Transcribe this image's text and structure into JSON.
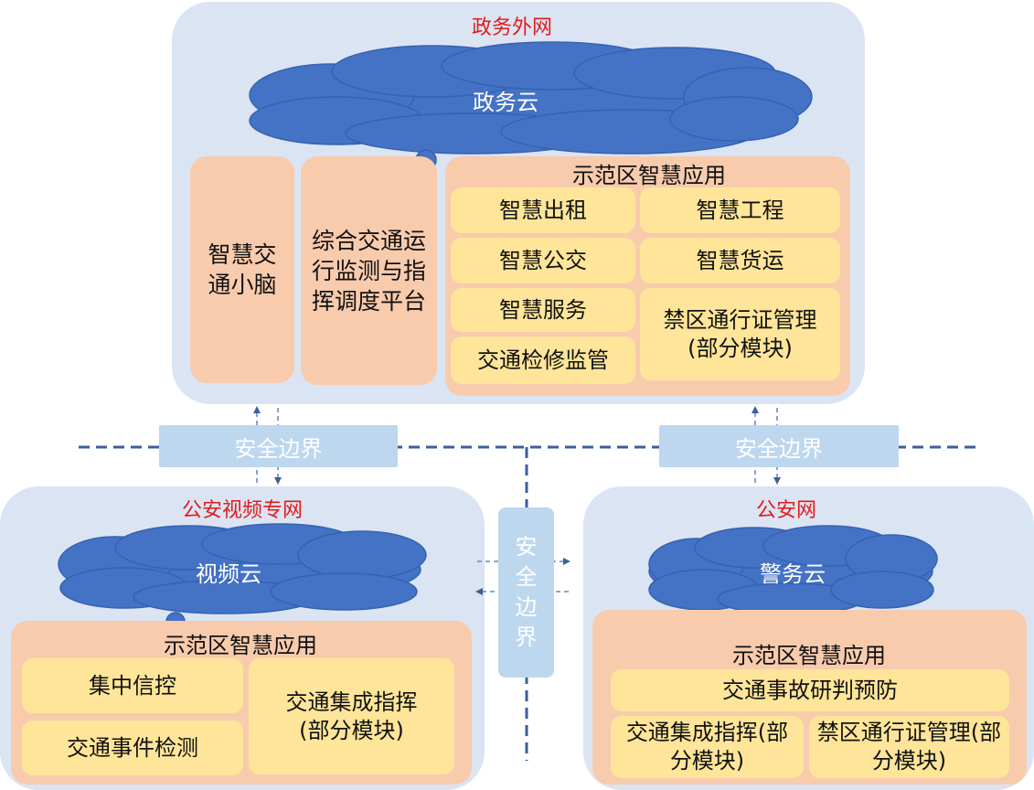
{
  "colors": {
    "zone_bg": "#dbe4f3",
    "cloud": "#4472c4",
    "panel": "#f8cbad",
    "cell": "#ffe599",
    "boundary": "#bdd7ee",
    "zone_title": "#e21b1b",
    "dash_line": "#3a5f9e"
  },
  "top_zone": {
    "title": "政务外网",
    "cloud_label": "政务云",
    "brain_panel": "智慧交通小脑",
    "platform_panel": "综合交通运行监测与指挥调度平台",
    "apps": {
      "title": "示范区智慧应用",
      "items": [
        "智慧出租",
        "智慧工程",
        "智慧公交",
        "智慧货运",
        "智慧服务",
        "禁区通行证管理(部分模块)",
        "交通检修监管"
      ]
    }
  },
  "boundaries": {
    "left": "安全边界",
    "right": "安全边界",
    "center": [
      "安",
      "全",
      "边",
      "界"
    ]
  },
  "left_zone": {
    "title": "公安视频专网",
    "cloud_label": "视频云",
    "apps": {
      "title": "示范区智慧应用",
      "items": [
        "集中信控",
        "交通集成指挥(部分模块)",
        "交通事件检测"
      ]
    }
  },
  "right_zone": {
    "title": "公安网",
    "cloud_label": "警务云",
    "apps": {
      "title": "示范区智慧应用",
      "items": [
        "交通事故研判预防",
        "交通集成指挥(部分模块)",
        "禁区通行证管理(部分模块)"
      ]
    }
  }
}
